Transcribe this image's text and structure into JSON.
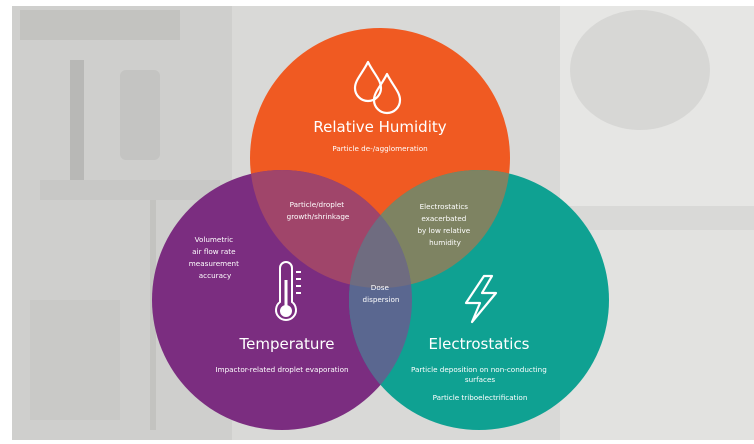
{
  "colors": {
    "humidity": "#F05A22",
    "temperature": "#7B2D80",
    "electrostatics": "#0FA192",
    "background_photo": "#DCDCDA",
    "text": "#FFFFFF"
  },
  "circles": {
    "humidity": {
      "title": "Relative Humidity",
      "subtitle": "Particle de-/agglomeration",
      "icon": "water-drops-icon"
    },
    "temperature": {
      "title": "Temperature",
      "subtitle": "Impactor-related droplet evaporation",
      "side_note": [
        "Volumetric",
        "air flow rate",
        "measurement",
        "accuracy"
      ],
      "icon": "thermometer-icon"
    },
    "electrostatics": {
      "title": "Electrostatics",
      "subtitle": [
        "Particle deposition on non-conducting",
        "surfaces"
      ],
      "subtitle2": "Particle triboelectrification",
      "icon": "lightning-bolt-icon"
    }
  },
  "overlaps": {
    "humidity_temperature": [
      "Particle/droplet",
      "growth/shrinkage"
    ],
    "humidity_electrostatics": [
      "Electrostatics",
      "exacerbated",
      "by low relative",
      "humidity"
    ],
    "center": [
      "Dose",
      "dispersion"
    ]
  }
}
